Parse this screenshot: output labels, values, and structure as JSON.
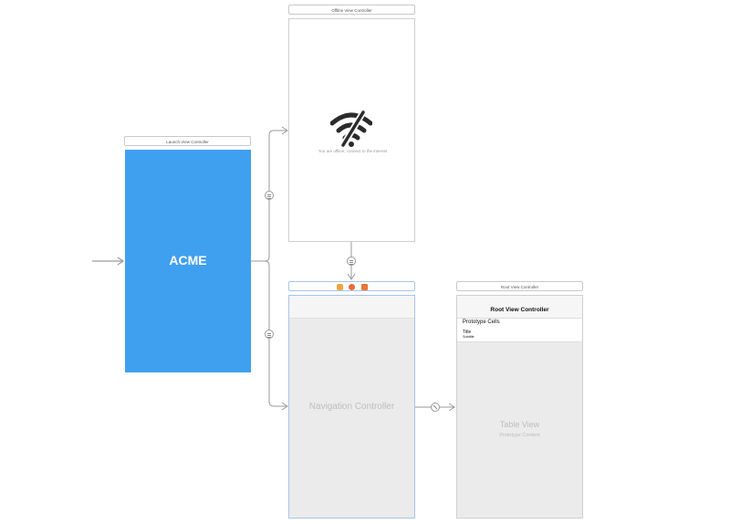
{
  "scenes": {
    "launch": {
      "title": "Launch View Controller",
      "brand": "ACME",
      "color": "#40a0f0"
    },
    "offline": {
      "title": "Offline View Controller",
      "message": "You are offline, connect to the internet"
    },
    "navigation": {
      "label": "Navigation Controller"
    },
    "root": {
      "title": "Root View Controller",
      "nav_title": "Root View Controller",
      "section_header": "Prototype Cells",
      "cell_title": "Title",
      "cell_subtitle": "Subtitle",
      "table_label": "Table View",
      "table_sublabel": "Prototype Content"
    }
  },
  "icons": [
    "initial-entry-arrow",
    "wifi-off-icon",
    "segue-icon",
    "relationship-segue-icon",
    "scene-dock-icons"
  ]
}
